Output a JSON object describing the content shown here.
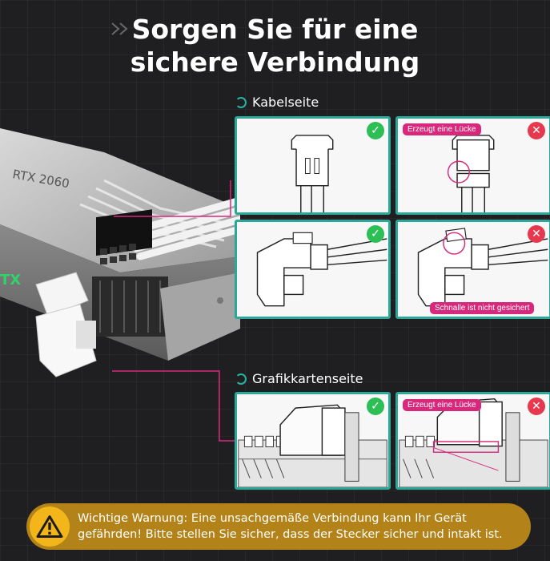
{
  "title_line1": "Sorgen Sie für eine",
  "title_line2": "sichere Verbindung",
  "sections": {
    "cable_side": "Kabelseite",
    "gpu_side": "Grafikkartenseite"
  },
  "gpu_model_text": "RTX 2060",
  "gpu_brand_text": "TX",
  "panels": {
    "cable_top_ok": {
      "badge": "✓"
    },
    "cable_top_bad": {
      "badge": "✕",
      "tag": "Erzeugt eine Lücke"
    },
    "cable_bottom_ok": {
      "badge": "✓"
    },
    "cable_bottom_bad": {
      "badge": "✕",
      "tag": "Schnalle ist nicht gesichert"
    },
    "gpu_ok": {
      "badge": "✓"
    },
    "gpu_bad": {
      "badge": "✕",
      "tag": "Erzeugt eine Lücke"
    }
  },
  "warning": {
    "line1": "Wichtige Warnung: Eine unsachgemäße Verbindung kann Ihr Gerät",
    "line2": "gefährden! Bitte stellen Sie sicher, dass der Stecker sicher und intakt ist."
  },
  "colors": {
    "accent": "#2ba898",
    "ok": "#2dbf56",
    "bad": "#e6384e",
    "tag": "#d8287c",
    "warning_bg": "#b38218"
  }
}
